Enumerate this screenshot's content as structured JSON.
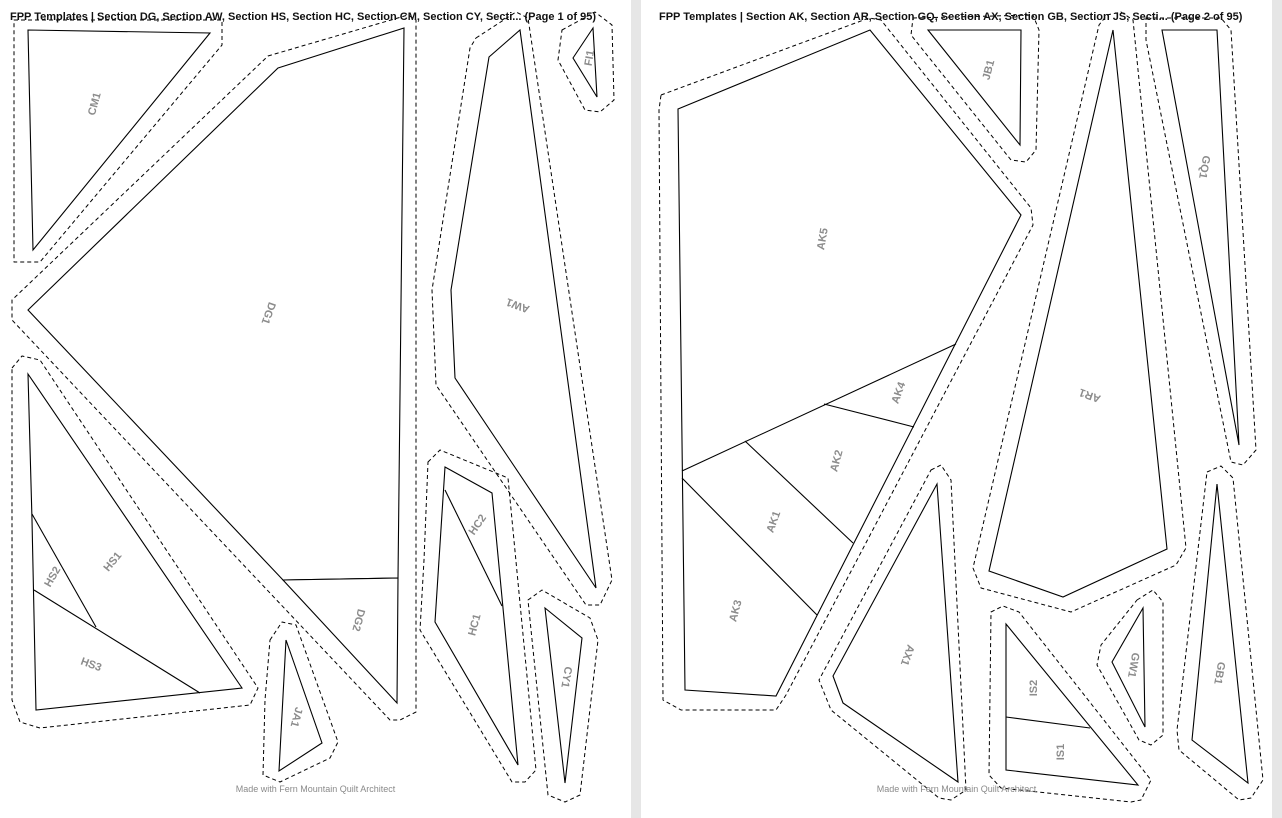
{
  "pages": [
    {
      "title": "FPP Templates | Section DG, Section AW, Section HS, Section HC, Section CM, Section CY, Secti... (Page 1 of 95)",
      "footer": "Made with Fern Mountain Quilt Architect",
      "pieces": [
        {
          "label": "CM1",
          "angle": -75
        },
        {
          "label": "DG1",
          "angle": 110
        },
        {
          "label": "DG2",
          "angle": 105
        },
        {
          "label": "AW1",
          "angle": 200
        },
        {
          "label": "FI1",
          "angle": -80
        },
        {
          "label": "HS1",
          "angle": -50
        },
        {
          "label": "HS2",
          "angle": -60
        },
        {
          "label": "HS3",
          "angle": 20
        },
        {
          "label": "JA1",
          "angle": 105
        },
        {
          "label": "HC2",
          "angle": -55
        },
        {
          "label": "HC1",
          "angle": -75
        },
        {
          "label": "CY1",
          "angle": 100
        }
      ]
    },
    {
      "title": "FPP Templates | Section AK, Section AR, Section GQ, Section AX, Section GB, Section JS, Secti... (Page 2 of 95)",
      "footer": "Made with Fern Mountain Quilt Architect",
      "pieces": [
        {
          "label": "JB1",
          "angle": -75
        },
        {
          "label": "AK5",
          "angle": -80
        },
        {
          "label": "GQ1",
          "angle": 100
        },
        {
          "label": "AR1",
          "angle": 200
        },
        {
          "label": "AK4",
          "angle": -70
        },
        {
          "label": "AK2",
          "angle": -75
        },
        {
          "label": "AK1",
          "angle": -70
        },
        {
          "label": "AK3",
          "angle": -75
        },
        {
          "label": "AX1",
          "angle": 110
        },
        {
          "label": "IS2",
          "angle": -90
        },
        {
          "label": "IS1",
          "angle": -90
        },
        {
          "label": "GW1",
          "angle": 100
        },
        {
          "label": "GB1",
          "angle": 100
        }
      ]
    }
  ]
}
